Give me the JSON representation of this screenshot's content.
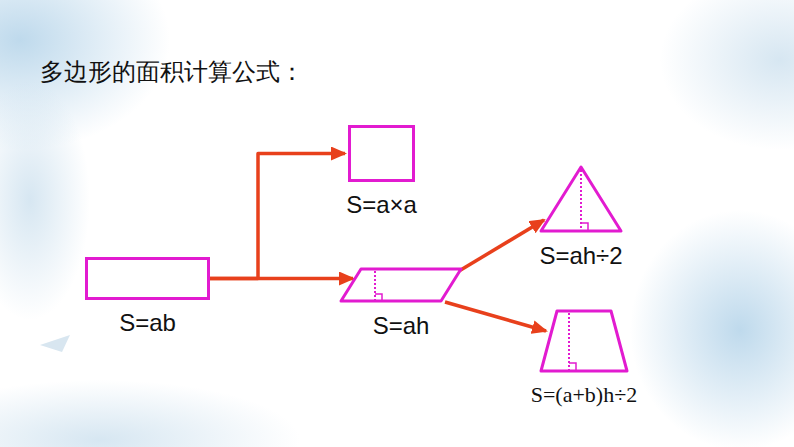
{
  "diagram": {
    "title": "多边形的面积计算公式：",
    "nodes": [
      {
        "text": [
          "S=ab"
        ]
      },
      {
        "text": [
          "S=a×a"
        ]
      },
      {
        "text": [
          "S=ah"
        ]
      },
      {
        "text": [
          "S=ah÷2"
        ]
      },
      {
        "text": [
          "S=(a+b)h÷2"
        ]
      }
    ],
    "edges": [
      {
        "from": 0,
        "to": 1,
        "arrow": "to"
      },
      {
        "from": 0,
        "to": 2,
        "arrow": "to"
      },
      {
        "from": 2,
        "to": 3,
        "arrow": "to"
      },
      {
        "from": 2,
        "to": 4,
        "arrow": "to"
      }
    ]
  }
}
